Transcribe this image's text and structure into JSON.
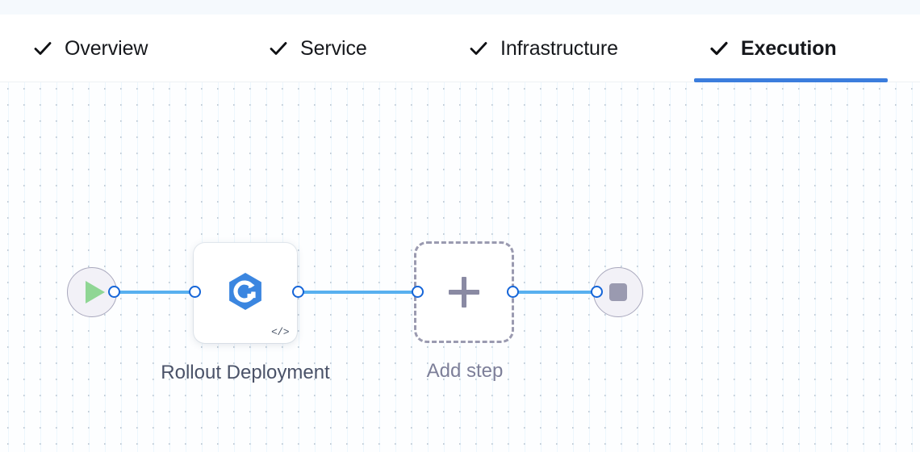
{
  "tabs": [
    {
      "label": "Overview",
      "icon": "check-icon",
      "complete": true,
      "active": false
    },
    {
      "label": "Service",
      "icon": "check-icon",
      "complete": true,
      "active": false
    },
    {
      "label": "Infrastructure",
      "icon": "check-icon",
      "complete": true,
      "active": false
    },
    {
      "label": "Execution",
      "icon": "check-icon",
      "complete": true,
      "active": true
    }
  ],
  "pipeline": {
    "start_node": {
      "icon": "play-icon",
      "name": "start"
    },
    "end_node": {
      "icon": "stop-icon",
      "name": "end"
    },
    "steps": [
      {
        "label": "Rollout Deployment",
        "icon": "rollout-deployment-icon",
        "badge_icon": "code-icon",
        "badge_text": "</>"
      }
    ],
    "add_step": {
      "label": "Add step",
      "icon": "plus-icon"
    }
  },
  "colors": {
    "accent_blue": "#3b7ddd",
    "edge_blue": "#58b0ef",
    "handle_blue": "#1565d8",
    "node_icon_blue": "#3b86e0",
    "play_green": "#8fd694",
    "stop_gray": "#9a9ab0",
    "dashed_border": "#9a9ab0",
    "label_gray": "#4a5268",
    "add_label_gray": "#7d7f99",
    "canvas_bg": "#fdfeff",
    "top_strip": "#f5f9fd"
  }
}
